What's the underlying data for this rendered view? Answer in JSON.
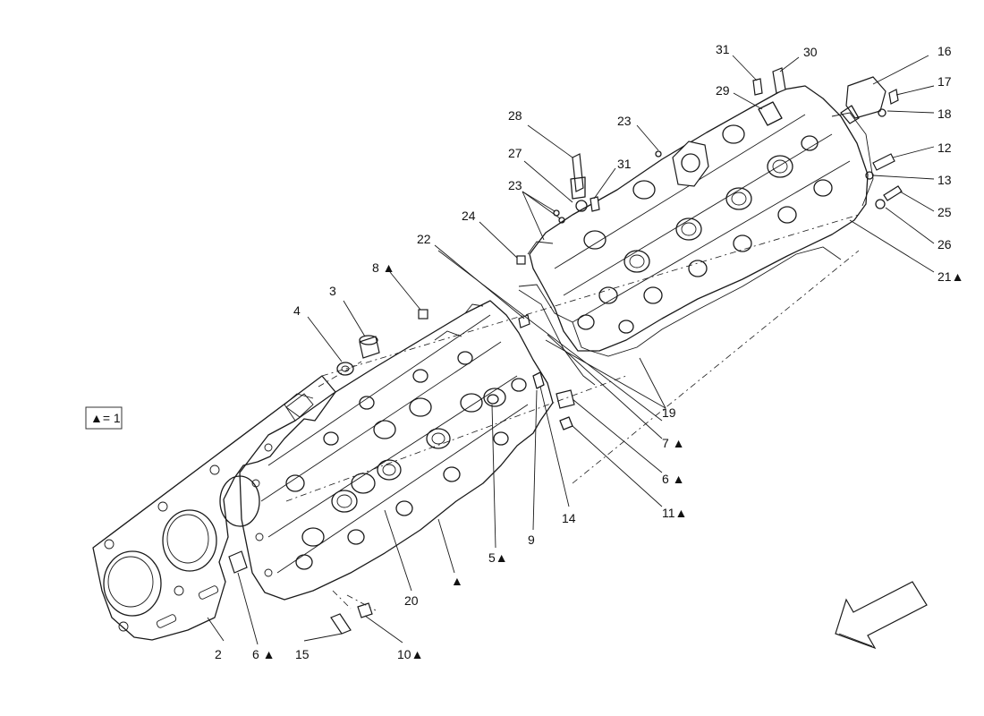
{
  "legend": {
    "text": "▲= 1"
  },
  "callouts": [
    {
      "id": "c31a",
      "label": "31"
    },
    {
      "id": "c30",
      "label": "30"
    },
    {
      "id": "c16",
      "label": "16"
    },
    {
      "id": "c17",
      "label": "17"
    },
    {
      "id": "c18",
      "label": "18"
    },
    {
      "id": "c29",
      "label": "29"
    },
    {
      "id": "c12",
      "label": "12"
    },
    {
      "id": "c13",
      "label": "13"
    },
    {
      "id": "c25",
      "label": "25"
    },
    {
      "id": "c26",
      "label": "26"
    },
    {
      "id": "c21",
      "label": "21▲"
    },
    {
      "id": "c28",
      "label": "28"
    },
    {
      "id": "c23a",
      "label": "23"
    },
    {
      "id": "c27",
      "label": "27"
    },
    {
      "id": "c31b",
      "label": "31"
    },
    {
      "id": "c23b",
      "label": "23"
    },
    {
      "id": "c24",
      "label": "24"
    },
    {
      "id": "c22",
      "label": "22"
    },
    {
      "id": "c8",
      "label": "8 ▲"
    },
    {
      "id": "c3",
      "label": "3"
    },
    {
      "id": "c4",
      "label": "4"
    },
    {
      "id": "c19",
      "label": "19"
    },
    {
      "id": "c7",
      "label": "7 ▲"
    },
    {
      "id": "c6a",
      "label": "6 ▲"
    },
    {
      "id": "c11",
      "label": "11▲"
    },
    {
      "id": "c14",
      "label": "14"
    },
    {
      "id": "c9",
      "label": "9"
    },
    {
      "id": "c5",
      "label": "5▲"
    },
    {
      "id": "c20",
      "label": "20"
    },
    {
      "id": "c2",
      "label": "2"
    },
    {
      "id": "c6b",
      "label": "6 ▲"
    },
    {
      "id": "c15",
      "label": "15"
    },
    {
      "id": "c10",
      "label": "10▲"
    },
    {
      "id": "cTri",
      "label": "▲"
    }
  ],
  "icons": {
    "direction_arrow": "front-direction-arrow-icon"
  }
}
